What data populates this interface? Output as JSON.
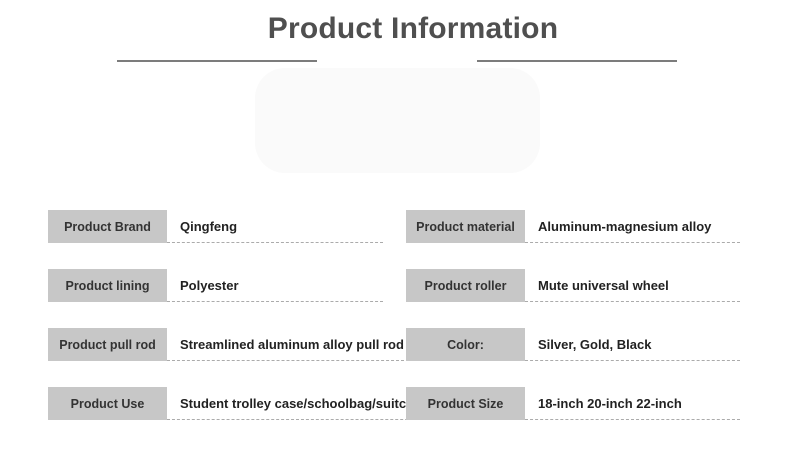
{
  "header": {
    "title": "Product Information"
  },
  "specs": {
    "left": [
      {
        "label": "Product Brand",
        "value": "Qingfeng"
      },
      {
        "label": "Product lining",
        "value": "Polyester"
      },
      {
        "label": "Product pull rod",
        "value": "Streamlined aluminum alloy pull rod"
      },
      {
        "label": "Product Use",
        "value": "Student trolley case/schoolbag/suitcase"
      }
    ],
    "right": [
      {
        "label": "Product material",
        "value": "Aluminum-magnesium alloy"
      },
      {
        "label": "Product roller",
        "value": "Mute universal wheel"
      },
      {
        "label": "Color:",
        "value": "Silver, Gold, Black"
      },
      {
        "label": "Product Size",
        "value": "18-inch 20-inch 22-inch"
      }
    ]
  },
  "colors": {
    "background": "#ffffff",
    "title_text": "#4f4f4f",
    "title_rule": "#7c7c7c",
    "label_bg": "#c7c7c7",
    "label_text": "#333333",
    "value_text": "#222222",
    "dashed_line": "#ababab"
  }
}
